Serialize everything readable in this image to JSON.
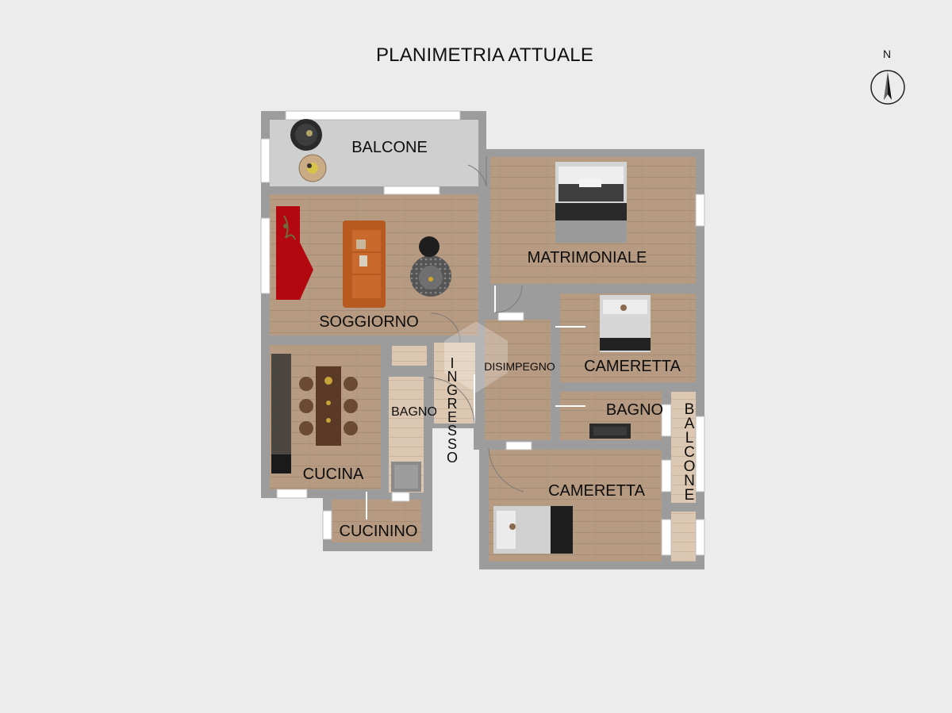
{
  "title": "PLANIMETRIA ATTUALE",
  "north": "N",
  "rooms": {
    "balcone_top": "BALCONE",
    "soggiorno": "SOGGIORNO",
    "matrimoniale": "MATRIMONIALE",
    "cameretta_1": "CAMERETTA",
    "disimpegno": "DISIMPEGNO",
    "ingresso": "INGRESSO",
    "bagno_1": "BAGNO",
    "bagno_2": "BAGNO",
    "balcone_side": "BALCONE",
    "cucina": "CUCINA",
    "cameretta_2": "CAMERETTA",
    "cucinino": "CUCININO"
  },
  "colors": {
    "floor_wood": "#b69a82",
    "wall": "#9c9c9c",
    "balcony_floor": "#cfcfcf",
    "background": "#ececec"
  }
}
